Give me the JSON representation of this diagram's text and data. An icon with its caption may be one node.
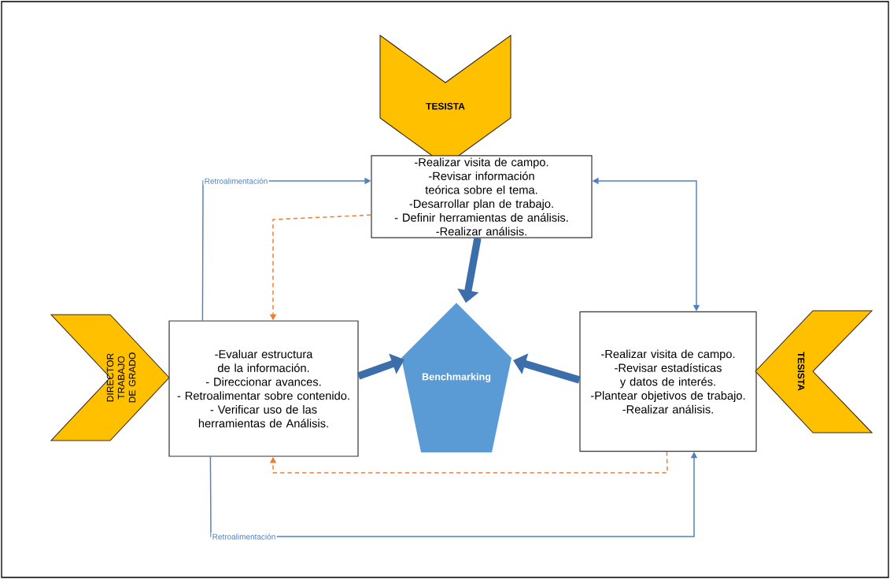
{
  "diagram": {
    "nodes": [
      {
        "text": [
          "TESISTA"
        ]
      },
      {
        "text": [
          "-Realizar visita de campo.",
          "-Revisar información teórica sobre el tema.",
          "-Desarrollar plan de trabajo.",
          "- Definir herramientas de análisis.",
          "-Realizar análisis."
        ]
      },
      {
        "text": [
          "DIRECTOR TRABAJO DE GRADO"
        ]
      },
      {
        "text": [
          "-Evaluar estructura de la información.",
          "- Direccionar avances.",
          "- Retroalimentar sobre contenido.",
          "- Verificar uso de las herramientas de Análisis."
        ]
      },
      {
        "text": [
          "Benchmarking"
        ]
      },
      {
        "text": [
          "-Realizar visita de campo.",
          "-Revisar estadísticas y datos de interés.",
          "-Plantear objetivos de trabajo.",
          "-Realizar análisis."
        ]
      },
      {
        "text": [
          "TESISTA"
        ]
      }
    ],
    "edges": [
      {
        "from": 3,
        "to": 1,
        "arrow": "to",
        "label": "Retroalimentación"
      },
      {
        "from": 1,
        "to": 3,
        "arrow": "to",
        "style": "dashed",
        "color": "#ed7d31"
      },
      {
        "from": 1,
        "to": 5,
        "arrow": "both"
      },
      {
        "from": 5,
        "to": 3,
        "arrow": "to",
        "style": "dashed",
        "color": "#ed7d31"
      },
      {
        "from": 3,
        "to": 5,
        "arrow": "to",
        "label": "Retroalimentación"
      },
      {
        "from": 1,
        "to": 4,
        "arrow": "to",
        "style": "thick"
      },
      {
        "from": 3,
        "to": 4,
        "arrow": "to",
        "style": "thick"
      },
      {
        "from": 5,
        "to": 4,
        "arrow": "to",
        "style": "thick"
      }
    ]
  }
}
